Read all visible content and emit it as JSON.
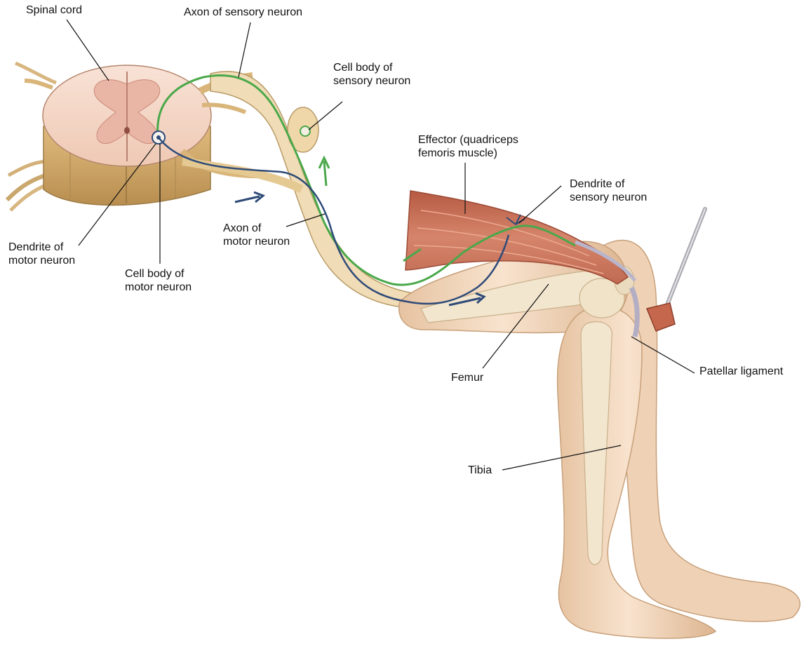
{
  "labels": {
    "spinal_cord": "Spinal cord",
    "axon_sensory": "Axon of sensory neuron",
    "cell_body_sensory_line1": "Cell body of",
    "cell_body_sensory_line2": "sensory neuron",
    "effector_line1": "Effector (quadriceps",
    "effector_line2": "femoris muscle)",
    "dendrite_sensory_line1": "Dendrite of",
    "dendrite_sensory_line2": "sensory neuron",
    "axon_motor_line1": "Axon of",
    "axon_motor_line2": "motor neuron",
    "dendrite_motor_line1": "Dendrite of",
    "dendrite_motor_line2": "motor neuron",
    "cell_body_motor_line1": "Cell body of",
    "cell_body_motor_line2": "motor neuron",
    "femur": "Femur",
    "patellar_ligament": "Patellar ligament",
    "tibia": "Tibia"
  },
  "colors": {
    "sensory_neuron": "#4aa84a",
    "motor_neuron": "#2e4a78",
    "nerve": "#efdcb8",
    "nerve_outline": "#b89a66",
    "skin": "#f5dcc4",
    "skin_shade": "#e2bc98",
    "muscle": "#c8735a",
    "muscle_light": "#dd9a80",
    "spinal_white_matter": "#f6dccd",
    "spinal_grey_matter": "#e7b4a4",
    "spinal_root": "#c9a264",
    "bone": "#efe3cc",
    "leader_line": "#111111"
  },
  "icons": [
    "reflex-hammer-icon"
  ]
}
